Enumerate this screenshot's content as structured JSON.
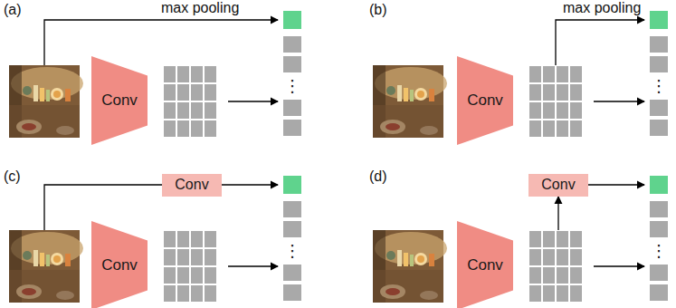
{
  "diagram": {
    "nodes": [
      {
        "text": [
          "Conv"
        ]
      },
      {
        "text": [
          "Conv"
        ]
      },
      {
        "text": [
          "Conv"
        ]
      },
      {
        "text": [
          "Conv"
        ]
      },
      {
        "text": [
          "Conv"
        ]
      },
      {
        "text": [
          "Conv"
        ]
      }
    ],
    "labels": [
      "(a)",
      "max pooling",
      "⋮",
      "(b)",
      "max pooling",
      "⋮",
      "(c)",
      "⋮",
      "(d)",
      "⋮"
    ]
  }
}
